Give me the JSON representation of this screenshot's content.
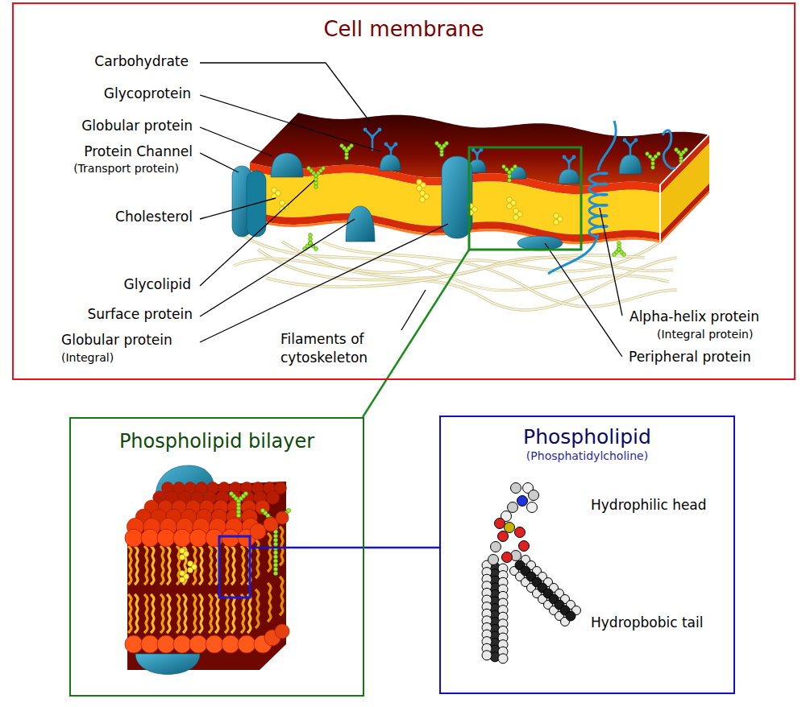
{
  "diagram": {
    "nodes": [
      {
        "text": [
          "Cell membrane"
        ]
      },
      {
        "text": [
          "Phospholipid bilayer"
        ]
      },
      {
        "text": [
          "Phospholipid",
          "(Phosphatidylcholine)"
        ]
      }
    ],
    "edges": [
      {
        "from": 0,
        "to": 1,
        "arrow": "none"
      },
      {
        "from": 1,
        "to": 2,
        "arrow": "none"
      }
    ],
    "labels": [
      "Carbohydrate",
      "Glycoprotein",
      "Globular protein",
      "Protein Channel",
      "(Transport protein)",
      "Cholesterol",
      "Glycolipid",
      "Surface protein",
      "Globular protein",
      "(Integral)",
      "Filaments of cytoskeleton",
      "Alpha-helix protein",
      "(Integral protein)",
      "Peripheral protein",
      "Hydrophilic head",
      "Hydropbobic tail"
    ]
  }
}
